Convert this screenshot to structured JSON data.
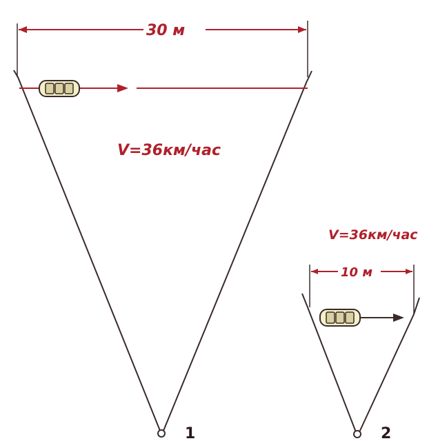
{
  "diagram": {
    "left": {
      "width_label": "30 м",
      "speed_label": "V=36км/час",
      "point_label": "1"
    },
    "right": {
      "width_label": "10 м",
      "speed_label": "V=36км/час",
      "point_label": "2"
    }
  },
  "colors": {
    "line": "#3a2a2a",
    "accent": "#b0202a",
    "car_body": "#f4f0c8",
    "car_window": "#d9d2a0"
  }
}
